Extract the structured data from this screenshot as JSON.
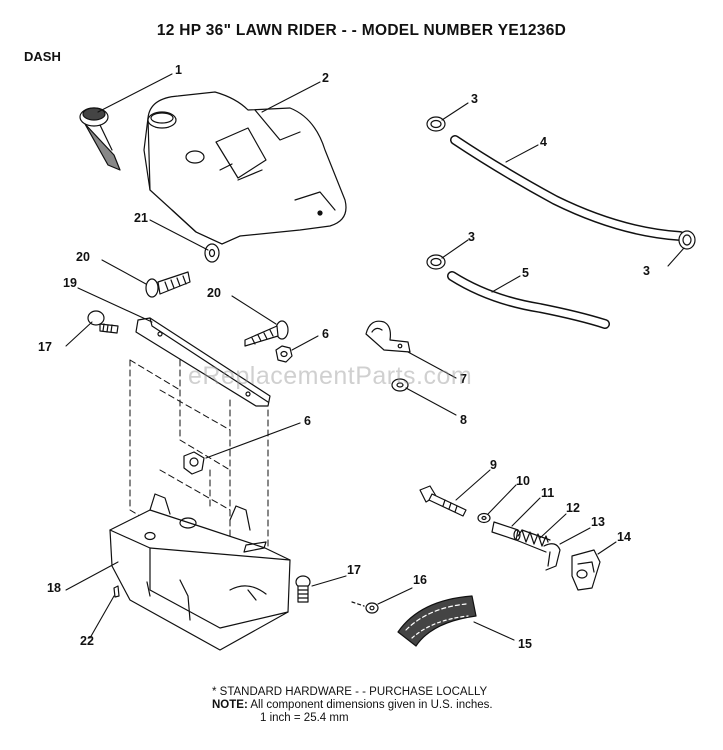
{
  "title": "12 HP 36\" LAWN RIDER - - MODEL NUMBER YE1236D",
  "section": "DASH",
  "watermark": "eReplacementParts.com",
  "callouts": [
    {
      "id": "c1",
      "label": "1"
    },
    {
      "id": "c2",
      "label": "2"
    },
    {
      "id": "c3a",
      "label": "3"
    },
    {
      "id": "c3b",
      "label": "3"
    },
    {
      "id": "c3c",
      "label": "3"
    },
    {
      "id": "c4",
      "label": "4"
    },
    {
      "id": "c5",
      "label": "5"
    },
    {
      "id": "c6a",
      "label": "6"
    },
    {
      "id": "c6b",
      "label": "6"
    },
    {
      "id": "c7",
      "label": "7"
    },
    {
      "id": "c8",
      "label": "8"
    },
    {
      "id": "c9",
      "label": "9"
    },
    {
      "id": "c10",
      "label": "10"
    },
    {
      "id": "c11",
      "label": "11"
    },
    {
      "id": "c12",
      "label": "12"
    },
    {
      "id": "c13",
      "label": "13"
    },
    {
      "id": "c14",
      "label": "14"
    },
    {
      "id": "c15",
      "label": "15"
    },
    {
      "id": "c16",
      "label": "16"
    },
    {
      "id": "c17a",
      "label": "17"
    },
    {
      "id": "c17b",
      "label": "17"
    },
    {
      "id": "c18",
      "label": "18"
    },
    {
      "id": "c19",
      "label": "19"
    },
    {
      "id": "c20a",
      "label": "20"
    },
    {
      "id": "c20b",
      "label": "20"
    },
    {
      "id": "c21",
      "label": "21"
    },
    {
      "id": "c22",
      "label": "22"
    }
  ],
  "footer": {
    "line1": "* STANDARD HARDWARE - - PURCHASE LOCALLY",
    "note_label": "NOTE:",
    "line2": "All component dimensions given in U.S. inches.",
    "line3": "1 inch = 25.4 mm"
  }
}
